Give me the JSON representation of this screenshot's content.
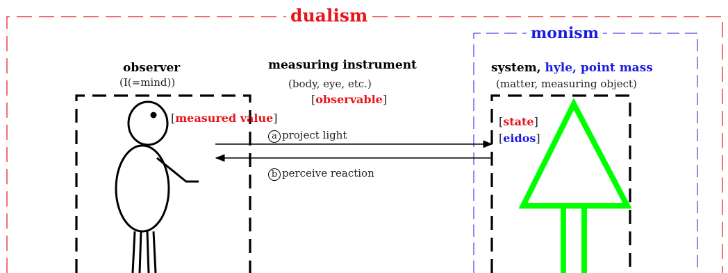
{
  "dualism": {
    "title": "dualism",
    "color": "#e8141b"
  },
  "monism": {
    "title": "monism",
    "color": "#1a1ae0"
  },
  "observer": {
    "heading": "observer",
    "subheading": "(I(=mind))"
  },
  "instrument": {
    "heading": "measuring instrument",
    "subheading": "(body, eye, etc.)",
    "tag": "observable"
  },
  "system": {
    "heading_black": "system,",
    "heading_blue": "hyle, point mass",
    "subheading": "(matter, measuring object)",
    "state_tag": "state",
    "eidos_tag": "eidos"
  },
  "measured_value": {
    "tag": "measured value"
  },
  "arrows": {
    "a": {
      "marker": "a",
      "label": "project light"
    },
    "b": {
      "marker": "b",
      "label": "perceive reaction"
    }
  },
  "brackets": {
    "open": "[",
    "close": "]"
  },
  "colors": {
    "figure": "#000000",
    "arrow_shape": "#00ff00"
  }
}
